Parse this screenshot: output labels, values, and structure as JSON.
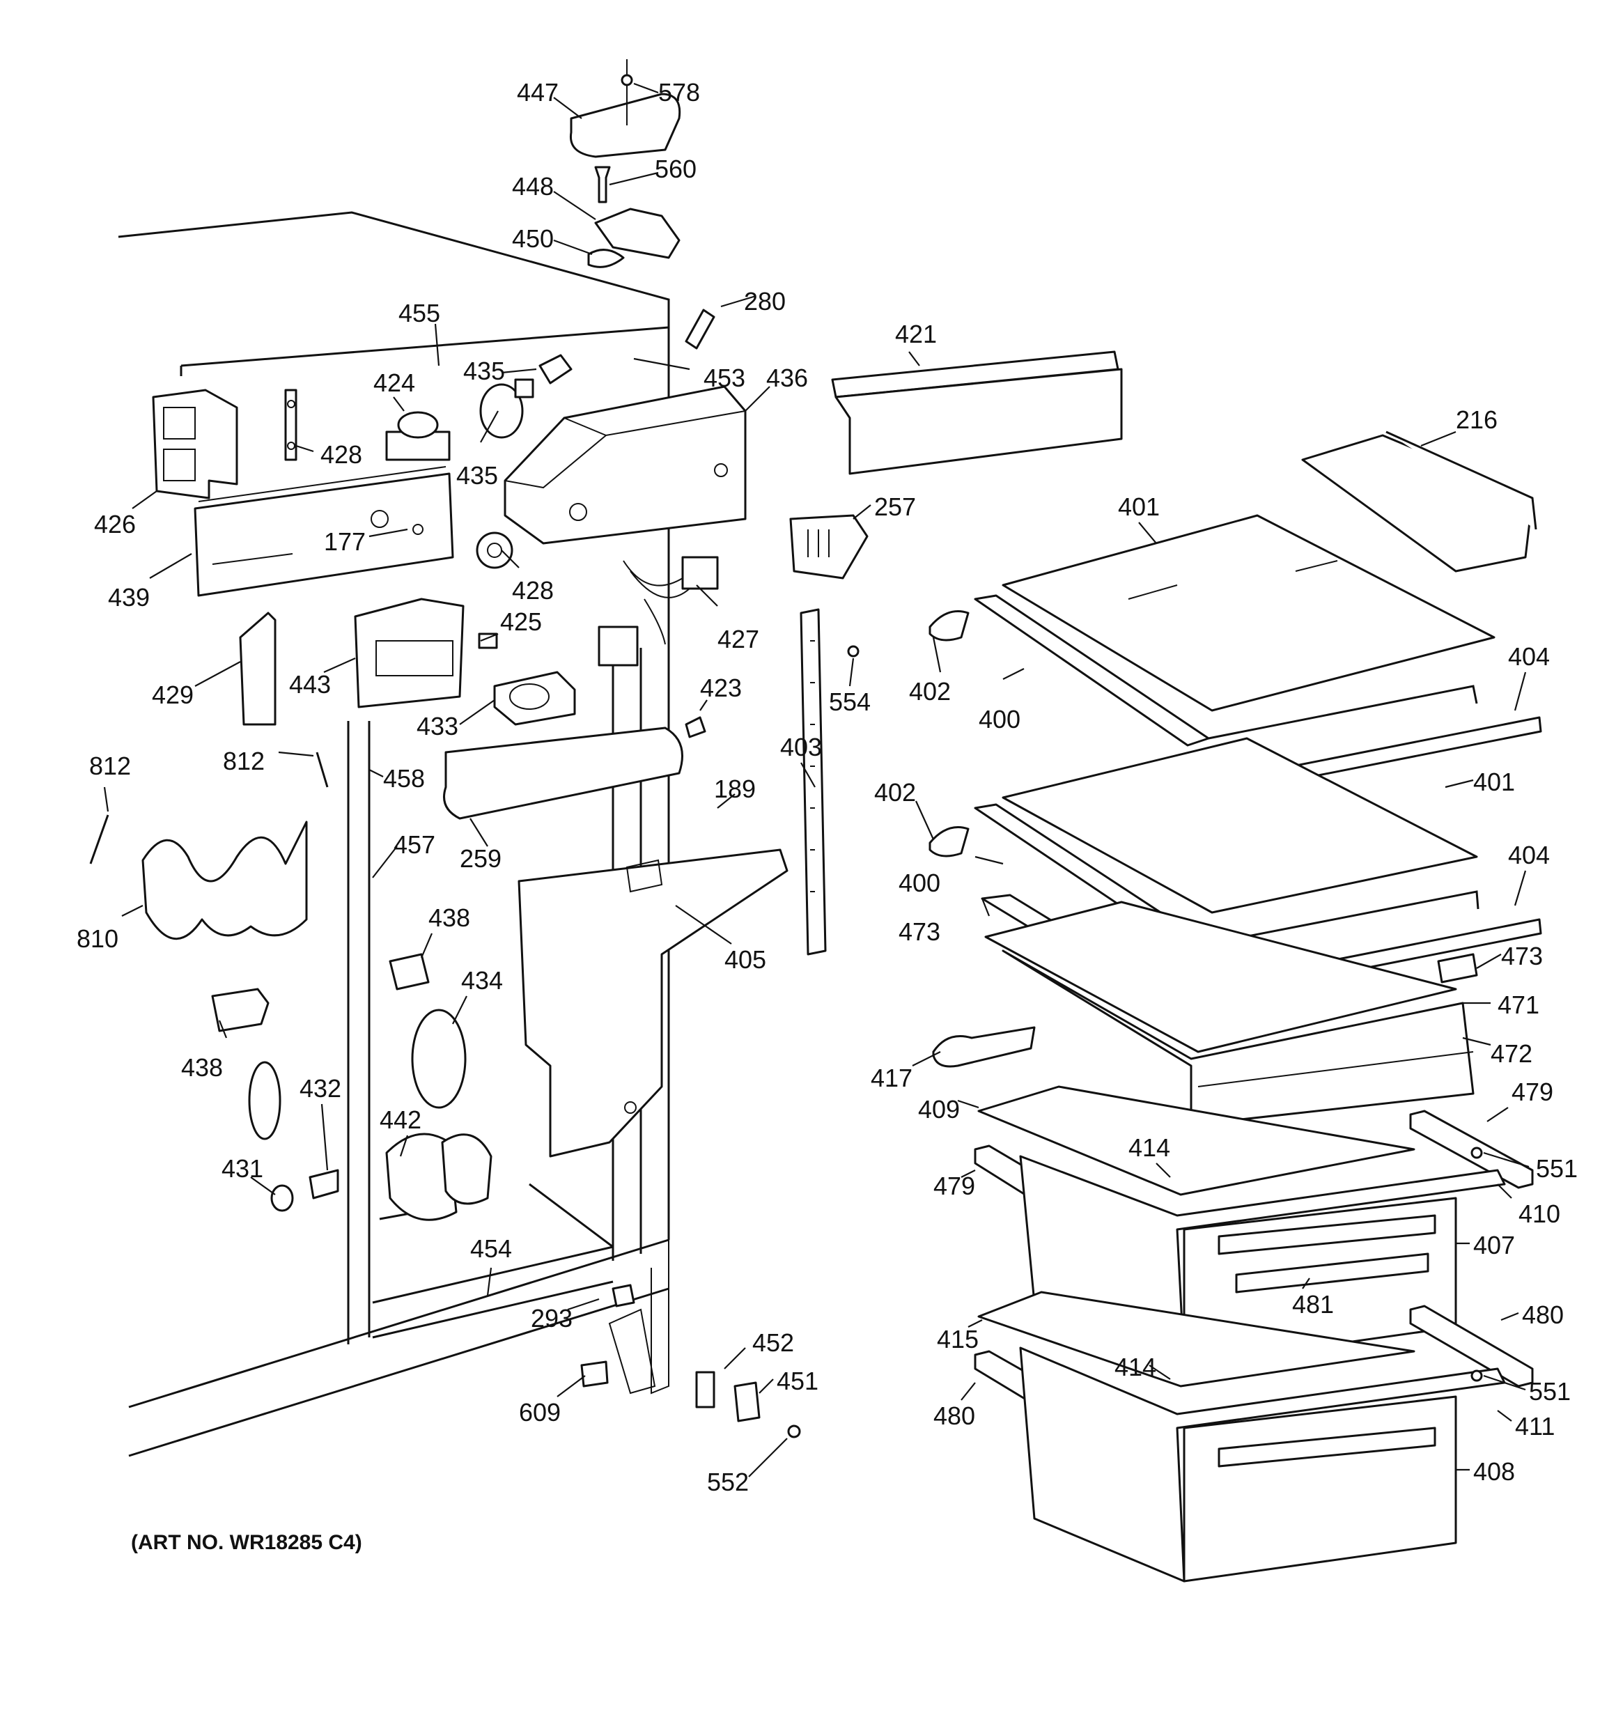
{
  "art_number": "(ART NO. WR18285 C4)",
  "callouts": [
    "447",
    "578",
    "560",
    "448",
    "450",
    "280",
    "455",
    "435",
    "453",
    "436",
    "421",
    "424",
    "428",
    "216",
    "426",
    "435",
    "257",
    "401",
    "177",
    "439",
    "428",
    "427",
    "425",
    "402",
    "404",
    "554",
    "429",
    "443",
    "423",
    "433",
    "400",
    "403",
    "812",
    "812",
    "458",
    "402",
    "401",
    "189",
    "457",
    "400",
    "259",
    "404",
    "810",
    "473",
    "405",
    "438",
    "473",
    "471",
    "434",
    "438",
    "472",
    "432",
    "417",
    "479",
    "442",
    "409",
    "414",
    "431",
    "551",
    "479",
    "410",
    "454",
    "407",
    "481",
    "293",
    "480",
    "452",
    "415",
    "414",
    "551",
    "451",
    "609",
    "480",
    "411",
    "552",
    "408"
  ]
}
